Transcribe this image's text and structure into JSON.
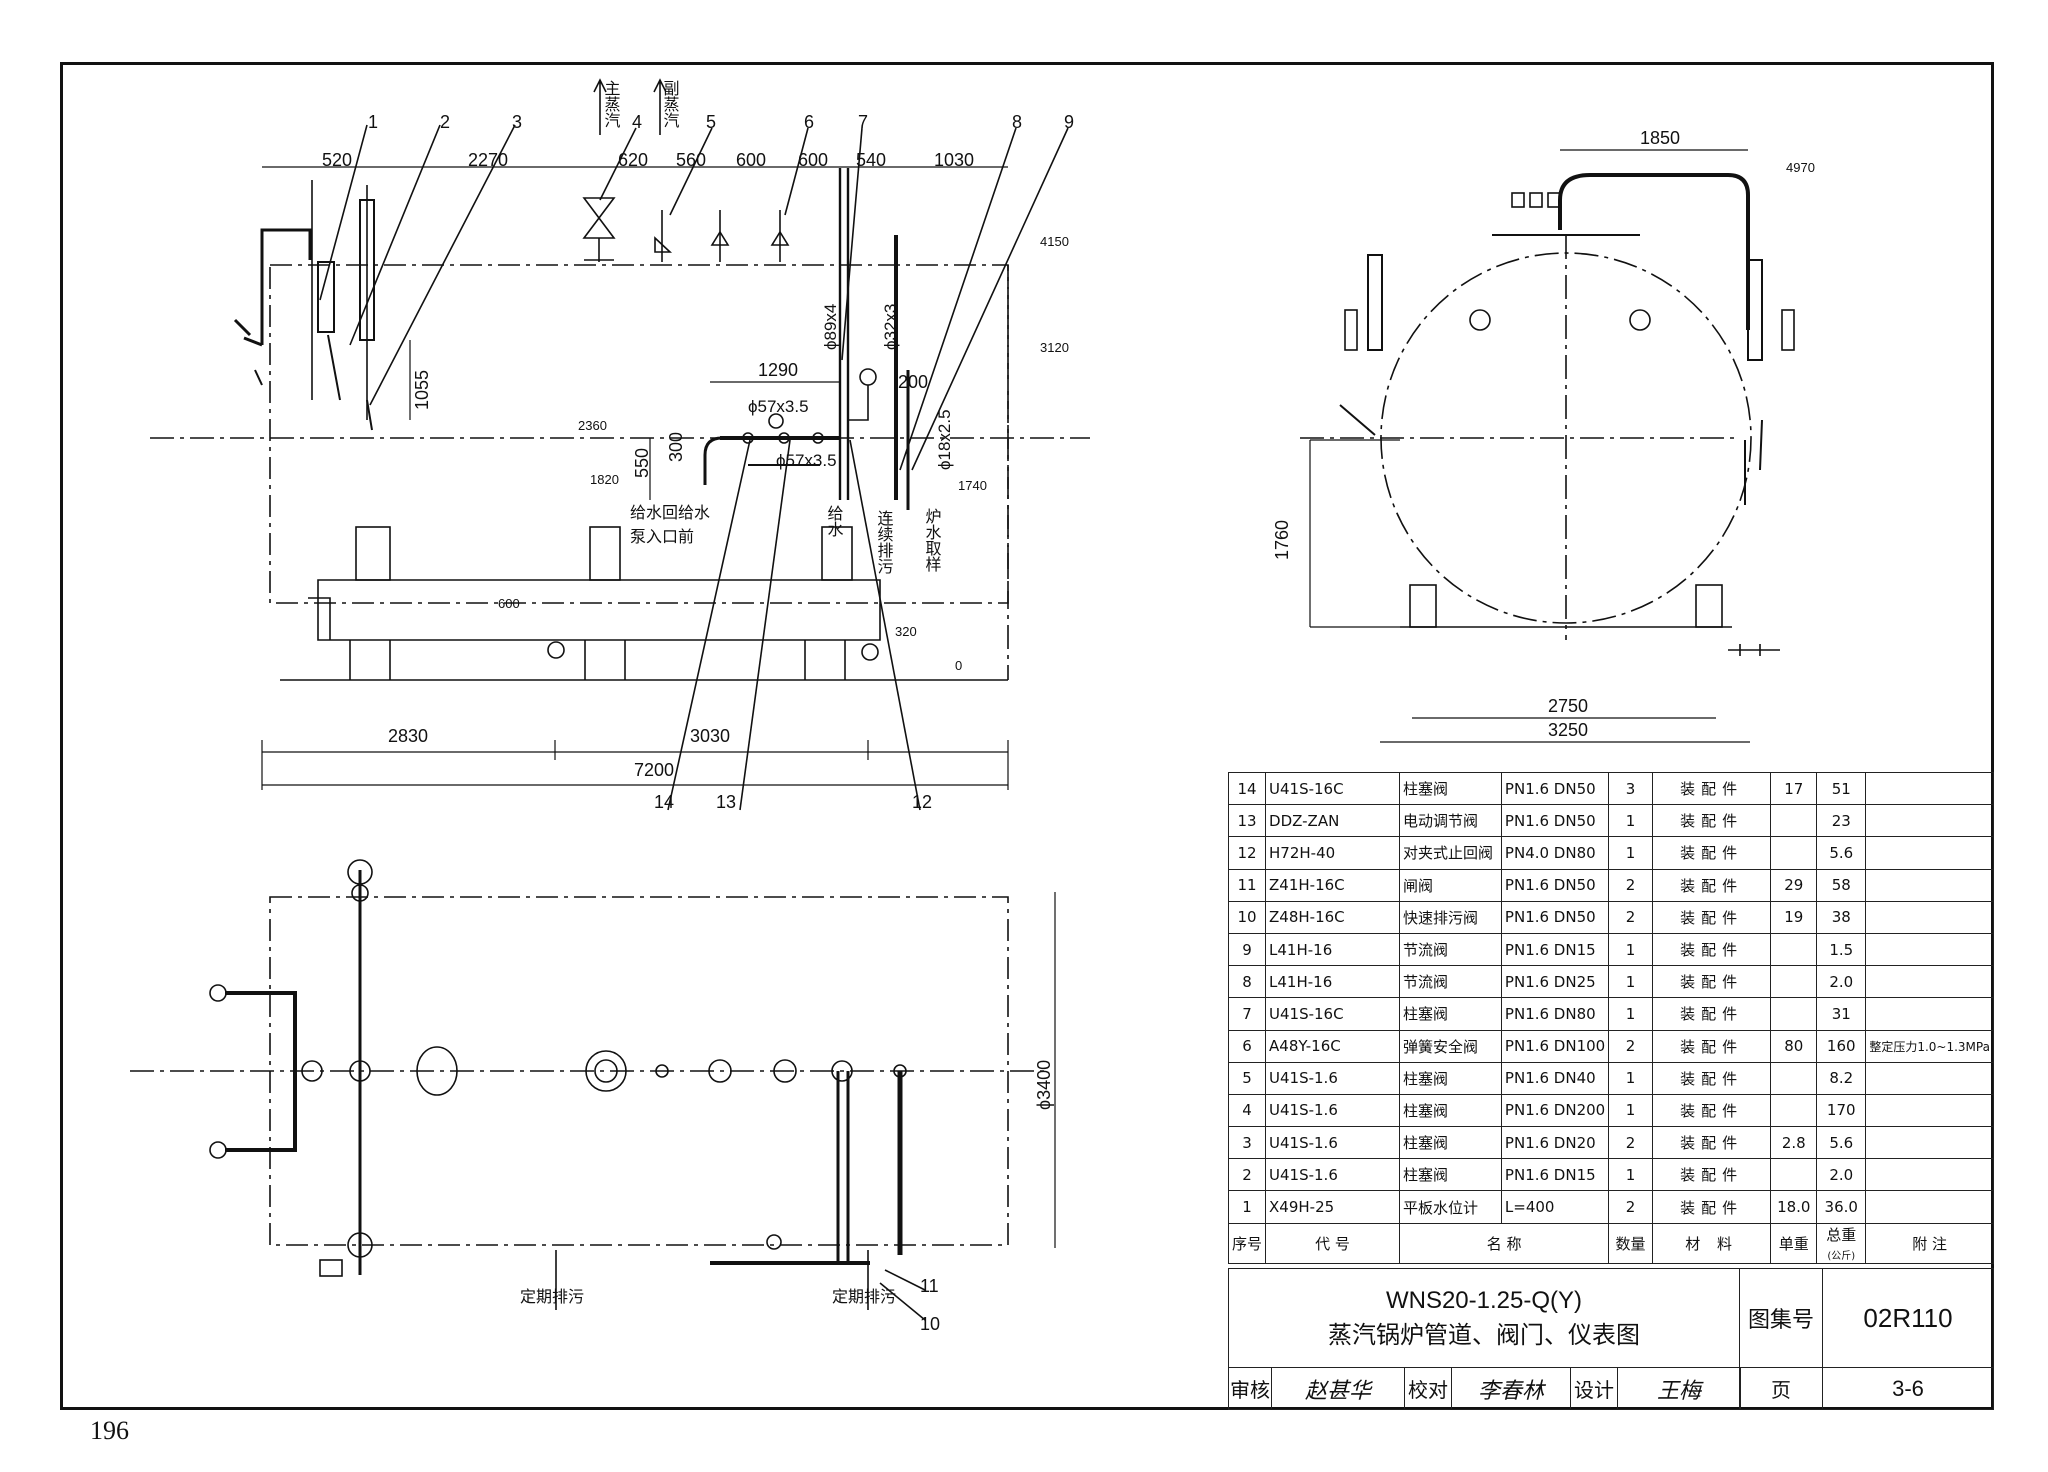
{
  "page_number": "196",
  "elevation_view": {
    "callouts": [
      "1",
      "2",
      "3",
      "4",
      "5",
      "6",
      "7",
      "8",
      "9",
      "12",
      "13",
      "14"
    ],
    "top_dims": [
      "520",
      "2270",
      "620",
      "560",
      "600",
      "600",
      "540",
      "1030"
    ],
    "steam_labels": [
      "主蒸汽",
      "副蒸汽"
    ],
    "pipe_labels": [
      "ϕ89x4",
      "ϕ32x3",
      "ϕ57x3.5",
      "ϕ57x3.5",
      "ϕ18x2.5"
    ],
    "dims": [
      "1290",
      "1055",
      "550",
      "300",
      "200",
      "2830",
      "3030",
      "7200"
    ],
    "elevations": [
      "4150",
      "3120",
      "2360",
      "1820",
      "1740",
      "600",
      "320",
      "0"
    ],
    "notes": [
      "给水回给水",
      "泵入口前",
      "给水",
      "连续排污",
      "炉水取样"
    ]
  },
  "side_view": {
    "dims": [
      "1850",
      "1760",
      "2750",
      "3250"
    ],
    "elevation": "4970"
  },
  "plan_view": {
    "callouts": [
      "10",
      "11"
    ],
    "dia": "ϕ3400",
    "notes": [
      "定期排污",
      "定期排污"
    ]
  },
  "parts_table": {
    "rows": [
      {
        "no": "14",
        "code": "U41S-16C",
        "name": "柱塞阀",
        "spec": "PN1.6 DN50",
        "qty": "3",
        "material": "装配件",
        "unit_wt": "17",
        "total_wt": "51",
        "note": ""
      },
      {
        "no": "13",
        "code": "DDZ-ZAN",
        "name": "电动调节阀",
        "spec": "PN1.6 DN50",
        "qty": "1",
        "material": "装配件",
        "unit_wt": "",
        "total_wt": "23",
        "note": ""
      },
      {
        "no": "12",
        "code": "H72H-40",
        "name": "对夹式止回阀",
        "spec": "PN4.0 DN80",
        "qty": "1",
        "material": "装配件",
        "unit_wt": "",
        "total_wt": "5.6",
        "note": ""
      },
      {
        "no": "11",
        "code": "Z41H-16C",
        "name": "闸阀",
        "spec": "PN1.6 DN50",
        "qty": "2",
        "material": "装配件",
        "unit_wt": "29",
        "total_wt": "58",
        "note": ""
      },
      {
        "no": "10",
        "code": "Z48H-16C",
        "name": "快速排污阀",
        "spec": "PN1.6 DN50",
        "qty": "2",
        "material": "装配件",
        "unit_wt": "19",
        "total_wt": "38",
        "note": ""
      },
      {
        "no": "9",
        "code": "L41H-16",
        "name": "节流阀",
        "spec": "PN1.6 DN15",
        "qty": "1",
        "material": "装配件",
        "unit_wt": "",
        "total_wt": "1.5",
        "note": ""
      },
      {
        "no": "8",
        "code": "L41H-16",
        "name": "节流阀",
        "spec": "PN1.6 DN25",
        "qty": "1",
        "material": "装配件",
        "unit_wt": "",
        "total_wt": "2.0",
        "note": ""
      },
      {
        "no": "7",
        "code": "U41S-16C",
        "name": "柱塞阀",
        "spec": "PN1.6 DN80",
        "qty": "1",
        "material": "装配件",
        "unit_wt": "",
        "total_wt": "31",
        "note": ""
      },
      {
        "no": "6",
        "code": "A48Y-16C",
        "name": "弹簧安全阀",
        "spec": "PN1.6 DN100",
        "qty": "2",
        "material": "装配件",
        "unit_wt": "80",
        "total_wt": "160",
        "note": "整定压力1.0~1.3MPa"
      },
      {
        "no": "5",
        "code": "U41S-1.6",
        "name": "柱塞阀",
        "spec": "PN1.6 DN40",
        "qty": "1",
        "material": "装配件",
        "unit_wt": "",
        "total_wt": "8.2",
        "note": ""
      },
      {
        "no": "4",
        "code": "U41S-1.6",
        "name": "柱塞阀",
        "spec": "PN1.6 DN200",
        "qty": "1",
        "material": "装配件",
        "unit_wt": "",
        "total_wt": "170",
        "note": ""
      },
      {
        "no": "3",
        "code": "U41S-1.6",
        "name": "柱塞阀",
        "spec": "PN1.6 DN20",
        "qty": "2",
        "material": "装配件",
        "unit_wt": "2.8",
        "total_wt": "5.6",
        "note": ""
      },
      {
        "no": "2",
        "code": "U41S-1.6",
        "name": "柱塞阀",
        "spec": "PN1.6 DN15",
        "qty": "1",
        "material": "装配件",
        "unit_wt": "",
        "total_wt": "2.0",
        "note": ""
      },
      {
        "no": "1",
        "code": "X49H-25",
        "name": "平板水位计",
        "spec": "L=400",
        "qty": "2",
        "material": "装配件",
        "unit_wt": "18.0",
        "total_wt": "36.0",
        "note": ""
      }
    ],
    "header": {
      "no": "序号",
      "code": "代  号",
      "name": "名  称",
      "qty": "数量",
      "material": "材  料",
      "unit_wt": "单重",
      "total_wt": "总重",
      "weight_unit": "(公斤)",
      "note": "附  注"
    }
  },
  "title_block": {
    "model": "WNS20-1.25-Q(Y)",
    "title": "蒸汽锅炉管道、阀门、仪表图",
    "atlas_label": "图集号",
    "atlas_no": "02R110",
    "review_label": "审核",
    "reviewer": "赵甚华",
    "check_label": "校对",
    "checker": "李春林",
    "design_label": "设计",
    "designer": "王梅",
    "page_label": "页",
    "page": "3-6"
  }
}
